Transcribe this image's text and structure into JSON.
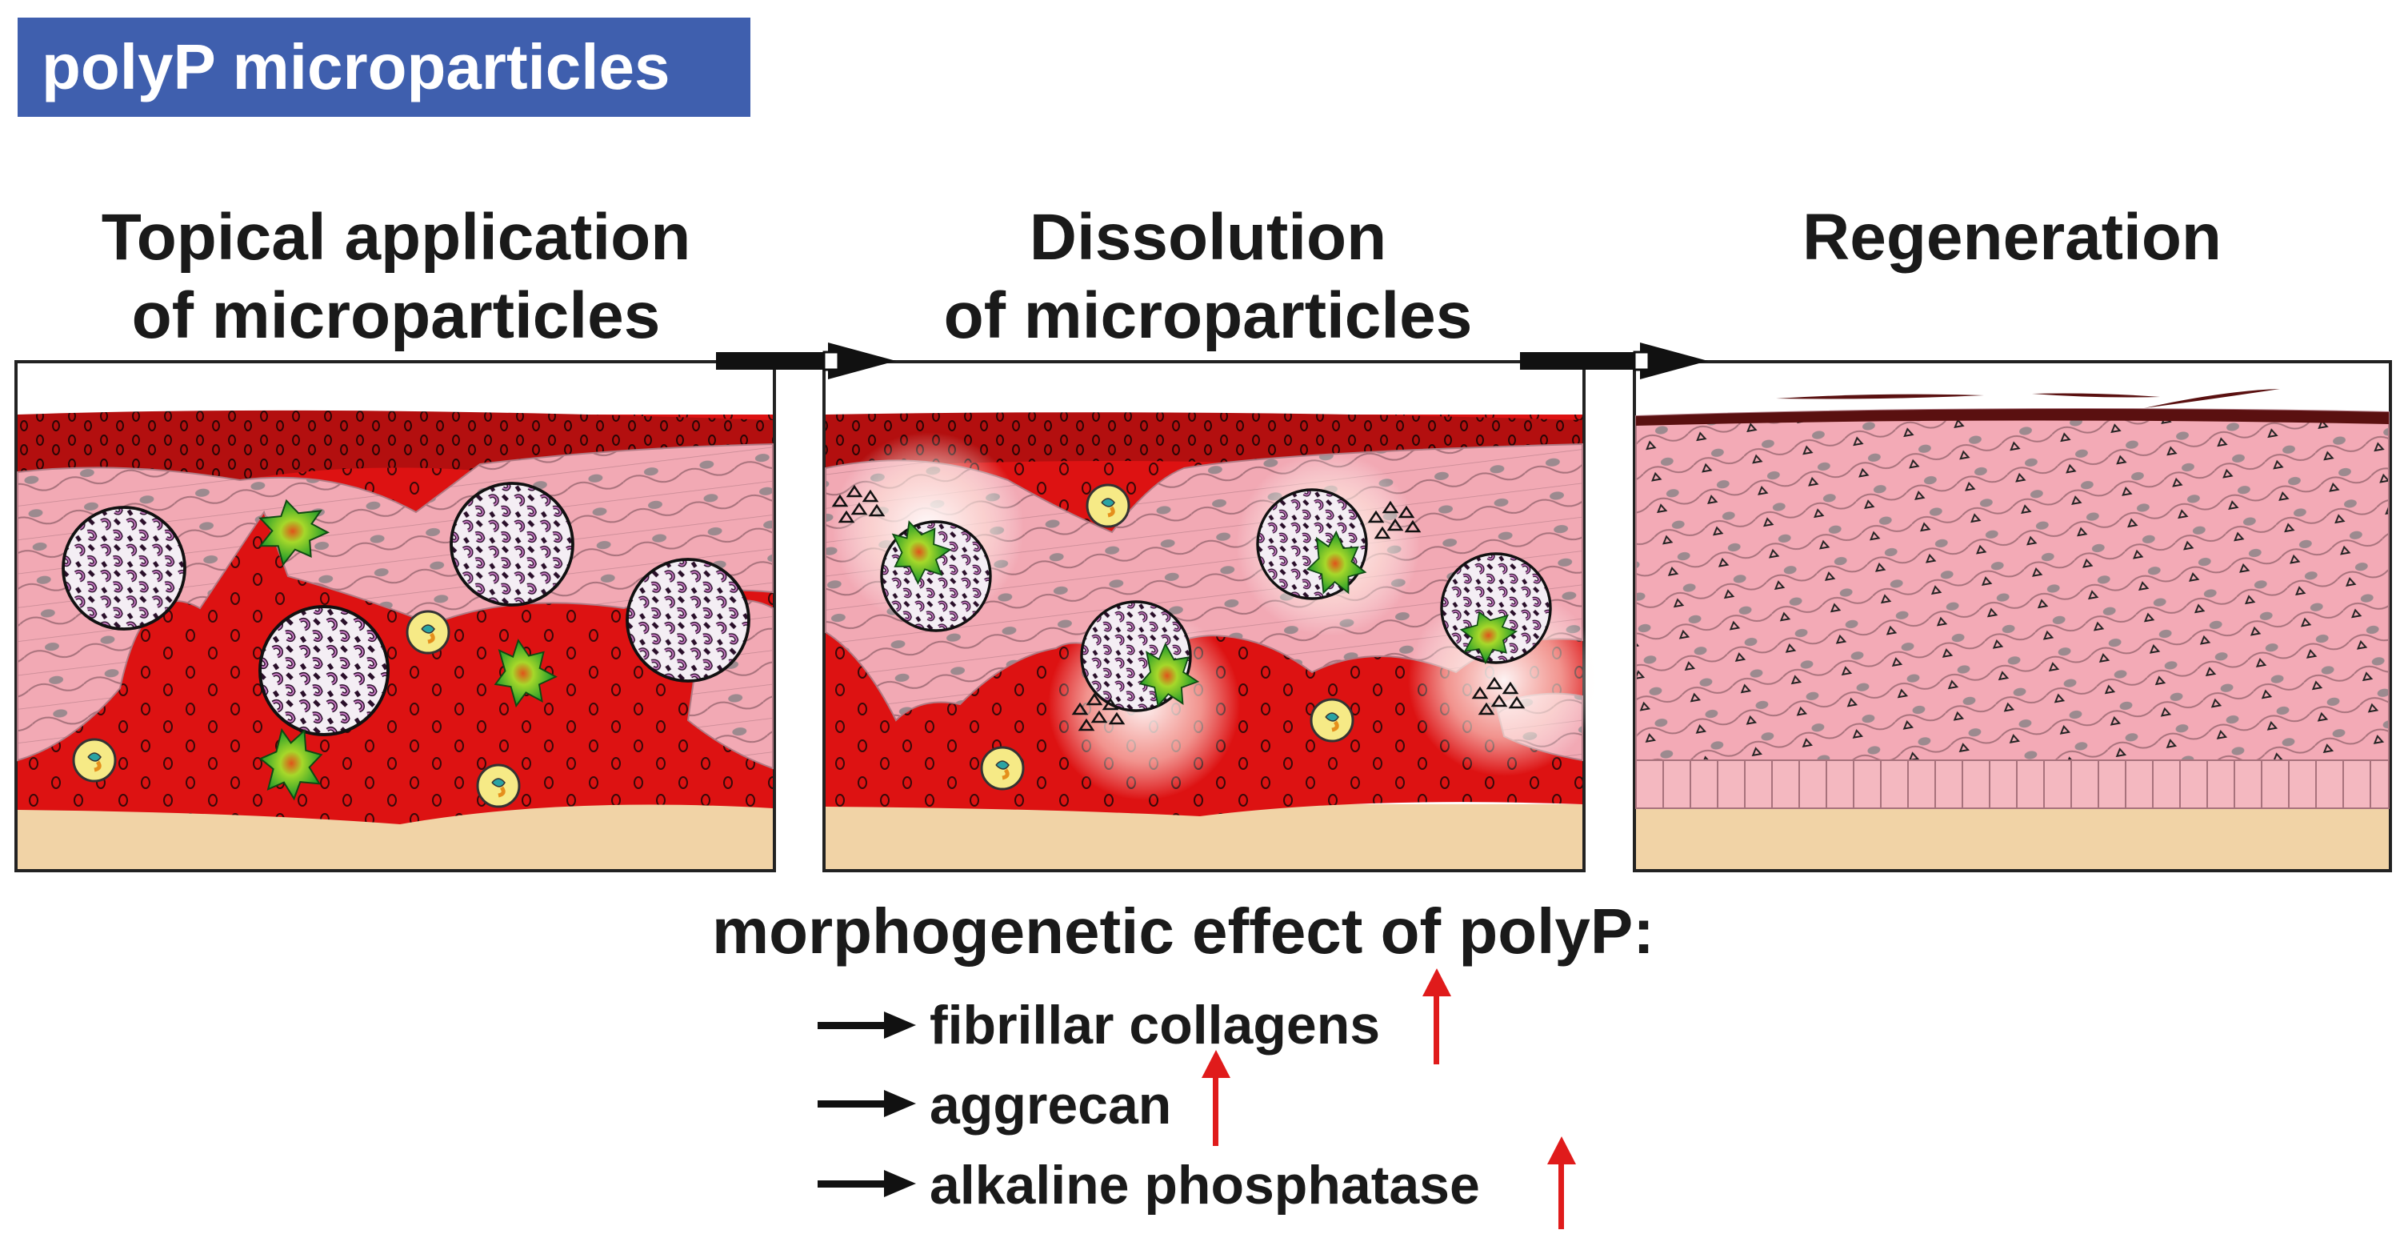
{
  "badge": "polyP microparticles",
  "steps": [
    {
      "line1": "Topical application",
      "line2": "of microparticles"
    },
    {
      "line1": "Dissolution",
      "line2": "of microparticles"
    },
    {
      "line1": "Regeneration",
      "line2": ""
    }
  ],
  "effect": {
    "title": "morphogenetic effect of polyP:",
    "items": [
      "fibrillar collagens",
      "aggrecan",
      "alkaline phosphatase"
    ]
  },
  "colors": {
    "badge": "#3f5fae",
    "blood": "#dd1212",
    "dark_blood": "#b30f0f",
    "tissue": "#f2a9b4",
    "tissue_line": "#a8727c",
    "base": "#f1d3a6",
    "green_cell": "#2fae2f",
    "up_arrow": "#e01b1b"
  }
}
